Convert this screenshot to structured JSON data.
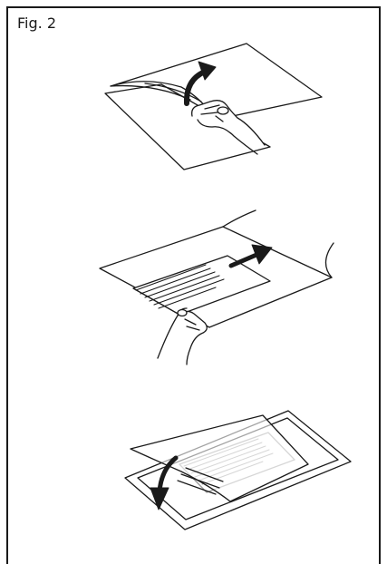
{
  "figure": {
    "label": "Fig. 2",
    "steps": [
      {
        "name": "peel-back-cover-sheet",
        "arrow": "up"
      },
      {
        "name": "insert-document",
        "arrow": "right"
      },
      {
        "name": "lay-cover-sheet-down",
        "arrow": "down"
      }
    ]
  },
  "colors": {
    "line": "#1a1a1a",
    "background": "#ffffff",
    "inner_page_line": "#9a9a9a"
  }
}
